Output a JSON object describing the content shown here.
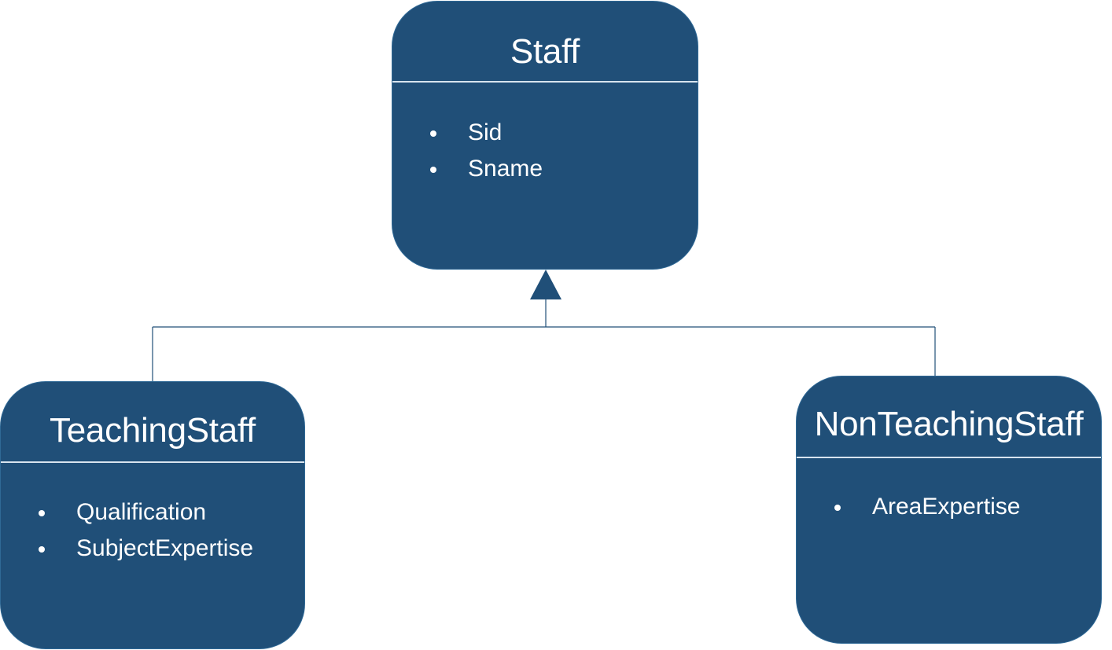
{
  "diagram": {
    "relationship": "inheritance",
    "colors": {
      "box_fill": "#204f78",
      "box_border": "#2f6996",
      "divider": "#d8e4ef",
      "text": "#ffffff",
      "connector": "#204f78"
    },
    "classes": [
      {
        "id": "staff",
        "name": "Staff",
        "attributes": [
          "Sid",
          "Sname"
        ]
      },
      {
        "id": "teaching",
        "name": "TeachingStaff",
        "attributes": [
          "Qualification",
          "SubjectExpertise"
        ]
      },
      {
        "id": "nonteaching",
        "name": "NonTeachingStaff",
        "attributes": [
          "AreaExpertise"
        ]
      }
    ],
    "edges": [
      {
        "from": "teaching",
        "to": "staff",
        "type": "generalization"
      },
      {
        "from": "nonteaching",
        "to": "staff",
        "type": "generalization"
      }
    ]
  }
}
